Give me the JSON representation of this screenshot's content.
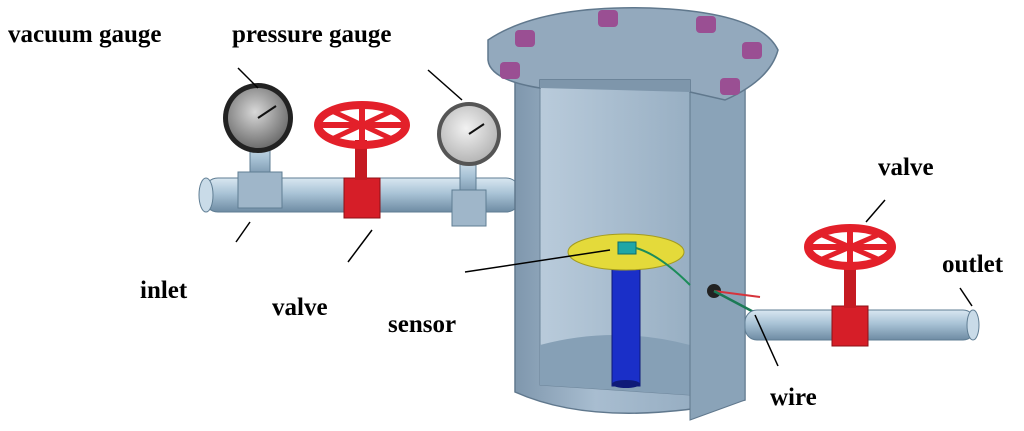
{
  "labels": {
    "vacuum_gauge": "vacuum gauge",
    "pressure_gauge": "pressure gauge",
    "inlet": "inlet",
    "valve_left": "valve",
    "sensor": "sensor",
    "valve_right": "valve",
    "outlet": "outlet",
    "wire": "wire"
  },
  "colors": {
    "vessel": "#9eb4c8",
    "pipe": "#a9c3d6",
    "valve": "#e3202a",
    "flange": "#93a9bd",
    "bolt": "#9a4f93",
    "sensor_disc": "#e4da3a",
    "sensor_stand": "#1a2fc8",
    "leader": "#000000"
  }
}
